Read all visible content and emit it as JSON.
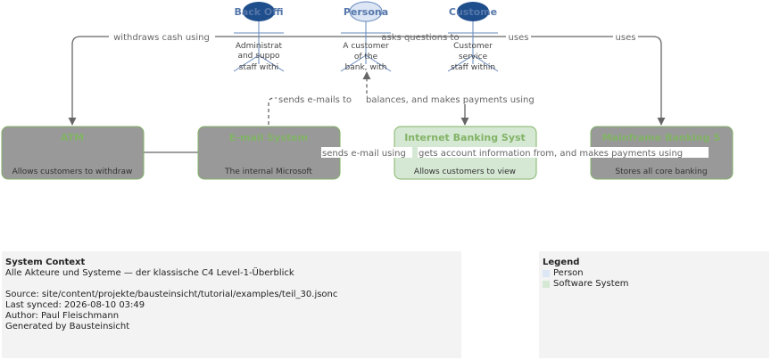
{
  "colors": {
    "person_fill": "#dce6f5",
    "person_dark_fill": "#1f4e8c",
    "person_text": "#5577aa",
    "system_fill": "#d5e8d4",
    "system_border": "#82b366",
    "external_fill": "#999999",
    "edge": "#666666",
    "panel_bg": "#f3f3f3"
  },
  "persons": [
    {
      "id": "back_office",
      "name": "Back Offi",
      "description": [
        "Administrat",
        "and suppo",
        "staff withi"
      ]
    },
    {
      "id": "personal",
      "name": "Persona",
      "description": [
        "A customer",
        "of the",
        "bank, with"
      ]
    },
    {
      "id": "customer",
      "name": "Custome",
      "description": [
        "Customer",
        "service",
        "staff within"
      ]
    }
  ],
  "systems": [
    {
      "id": "atm",
      "name": "ATM",
      "description": "Allows customers to withdraw",
      "external": true
    },
    {
      "id": "email",
      "name": "E-mail System",
      "description": "The internal Microsoft",
      "external": true
    },
    {
      "id": "ibs",
      "name": "Internet Banking Syst",
      "description": "Allows customers to view",
      "external": false
    },
    {
      "id": "mainframe",
      "name": "Mainframe Banking S",
      "description": "Stores all core banking",
      "external": true
    }
  ],
  "edges": [
    {
      "label": "withdraws cash using"
    },
    {
      "label": "asks questions to"
    },
    {
      "label": "uses"
    },
    {
      "label": "uses"
    },
    {
      "label": "sends e-mails to"
    },
    {
      "label": "balances, and makes payments using"
    },
    {
      "label": "sends e-mail using"
    },
    {
      "label": "gets account information from, and makes payments using"
    }
  ],
  "info_panel": {
    "title": "System Context",
    "subtitle": "Alle Akteure und Systeme — der klassische C4 Level-1-Überblick",
    "source": "Source: site/content/projekte/bausteinsicht/tutorial/examples/teil_30.jsonc",
    "synced": "Last synced: 2026-08-10 03:49",
    "author": "Author: Paul Fleischmann",
    "generator": "Generated by Bausteinsicht"
  },
  "legend": {
    "title": "Legend",
    "items": [
      {
        "label": "Person",
        "color": "#dce6f5"
      },
      {
        "label": "Software System",
        "color": "#d5e8d4"
      }
    ]
  }
}
